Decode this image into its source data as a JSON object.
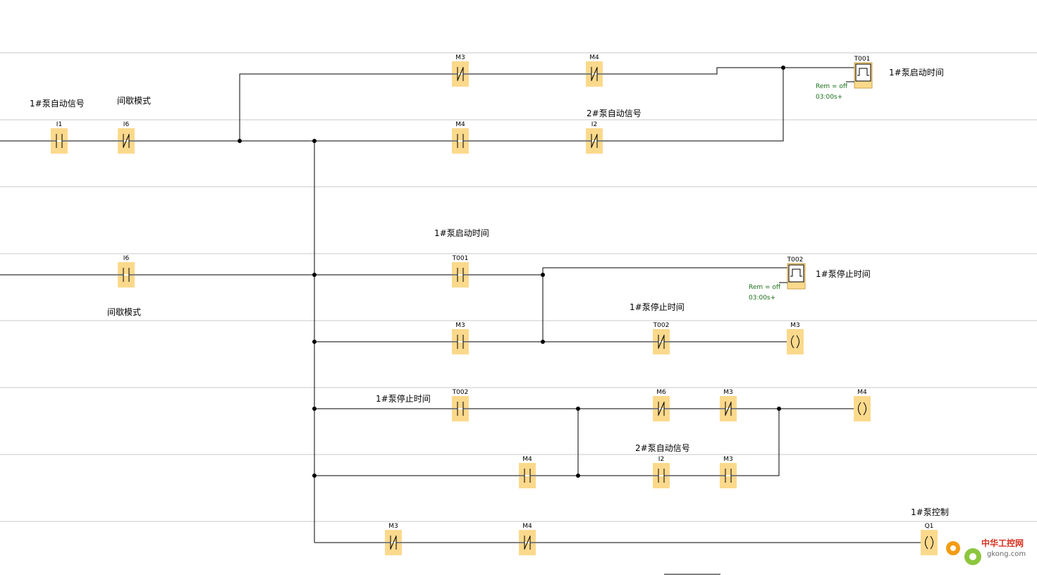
{
  "labels": {
    "pump1_auto_signal": "1#泵自动信号",
    "intermittent_mode_top": "间歇模式",
    "pump2_auto_signal_top": "2#泵自动信号",
    "pump1_start_time_top": "1#泵启动时间",
    "pump1_start_time_mid": "1#泵启动时间",
    "pump1_stop_time_right": "1#泵停止时间",
    "intermittent_mode_mid": "间歇模式",
    "pump1_stop_time_mid": "1#泵停止时间",
    "pump1_stop_time_low": "1#泵停止时间",
    "pump2_auto_signal_low": "2#泵自动信号",
    "pump1_control": "1#泵控制"
  },
  "timers": {
    "t001": {
      "name": "T001",
      "rem": "Rem = off",
      "time": "03:00s+"
    },
    "t002": {
      "name": "T002",
      "rem": "Rem = off",
      "time": "03:00s+"
    }
  },
  "contacts": [
    {
      "id": "i1",
      "addr": "I1",
      "type": "NO"
    },
    {
      "id": "i6a",
      "addr": "I6",
      "type": "NC"
    },
    {
      "id": "m3a",
      "addr": "M3",
      "type": "NC"
    },
    {
      "id": "m4a",
      "addr": "M4",
      "type": "NC"
    },
    {
      "id": "m4b",
      "addr": "M4",
      "type": "NO"
    },
    {
      "id": "i2a",
      "addr": "I2",
      "type": "NC"
    },
    {
      "id": "i6b",
      "addr": "I6",
      "type": "NO"
    },
    {
      "id": "t001c",
      "addr": "T001",
      "type": "NO"
    },
    {
      "id": "m3b",
      "addr": "M3",
      "type": "NO"
    },
    {
      "id": "t002a",
      "addr": "T002",
      "type": "NC"
    },
    {
      "id": "t002b",
      "addr": "T002",
      "type": "NO"
    },
    {
      "id": "m6",
      "addr": "M6",
      "type": "NC"
    },
    {
      "id": "m3c",
      "addr": "M3",
      "type": "NC"
    },
    {
      "id": "m4c",
      "addr": "M4",
      "type": "NO"
    },
    {
      "id": "i2b",
      "addr": "I2",
      "type": "NO"
    },
    {
      "id": "m3d",
      "addr": "M3",
      "type": "NO"
    },
    {
      "id": "m3e",
      "addr": "M3",
      "type": "NC"
    },
    {
      "id": "m4d",
      "addr": "M4",
      "type": "NC"
    }
  ],
  "coils": [
    {
      "id": "coil-m3",
      "addr": "M3"
    },
    {
      "id": "coil-m4",
      "addr": "M4"
    },
    {
      "id": "coil-q1",
      "addr": "Q1"
    }
  ],
  "watermark": {
    "line1": "中华工控网",
    "line2": "gkong.com"
  },
  "colors": {
    "element_fill": "#fbd98c",
    "wire": "#000000",
    "grid": "#c8c8c8",
    "param": "#1a6e1a"
  }
}
